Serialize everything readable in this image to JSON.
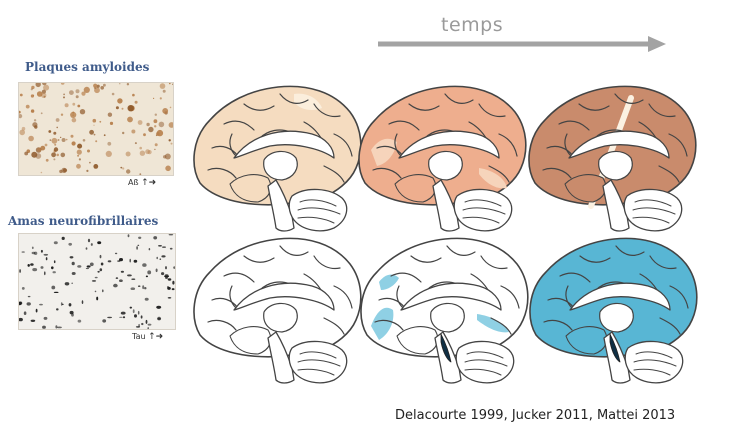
{
  "timeline": {
    "label": "temps",
    "arrow_color": "#a3a3a3"
  },
  "rows": [
    {
      "title": "Plaques amyloides",
      "marker_label": "Aß",
      "stage_colors": [
        "#f5dcc0",
        "#eeae8e",
        "#c98b6c"
      ],
      "stage_highlight": [
        "#fbeedc",
        "#f6d4bb",
        "#e1b195"
      ]
    },
    {
      "title": "Amas neurofibrillaires",
      "marker_label": "Tau",
      "stage_colors": [
        "#ffffff",
        "#ffffff",
        "#58b6d4"
      ],
      "stage_highlight": [
        "#8fd0e4",
        "#8fd0e4",
        "#b6e2ef"
      ]
    }
  ],
  "arrow_icons": [
    "up-arrow-icon",
    "right-arrow-icon"
  ],
  "citation": "Delacourte 1999, Jucker 2011, Mattei 2013"
}
